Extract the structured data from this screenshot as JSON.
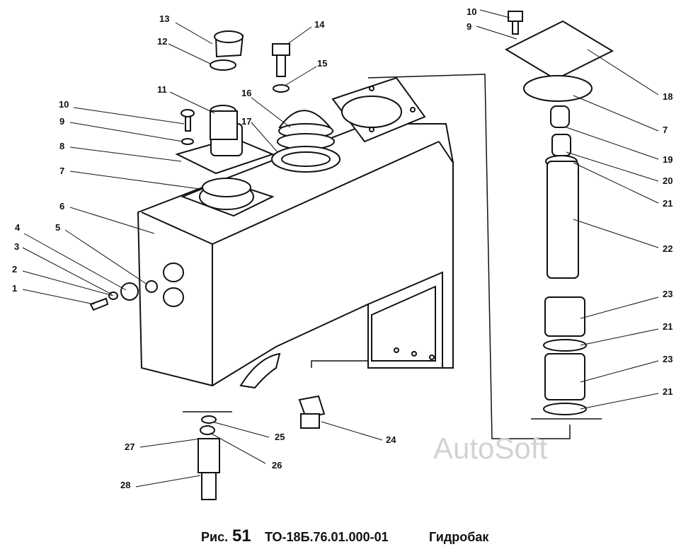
{
  "caption": {
    "prefix": "Рис.",
    "number": "51",
    "code": "ТО-18Б.76.01.000-01",
    "title": "Гидробак"
  },
  "watermark": "AutoSoft",
  "callouts": [
    "13",
    "12",
    "14",
    "15",
    "11",
    "10",
    "9",
    "8",
    "7",
    "6",
    "16",
    "17",
    "4",
    "5",
    "3",
    "2",
    "1",
    "10",
    "9",
    "18",
    "7",
    "19",
    "20",
    "21",
    "22",
    "23",
    "21",
    "23",
    "21",
    "25",
    "24",
    "27",
    "26",
    "28"
  ],
  "colors": {
    "ink": "#111111",
    "watermark": "#d2d2d2",
    "background": "#ffffff"
  }
}
